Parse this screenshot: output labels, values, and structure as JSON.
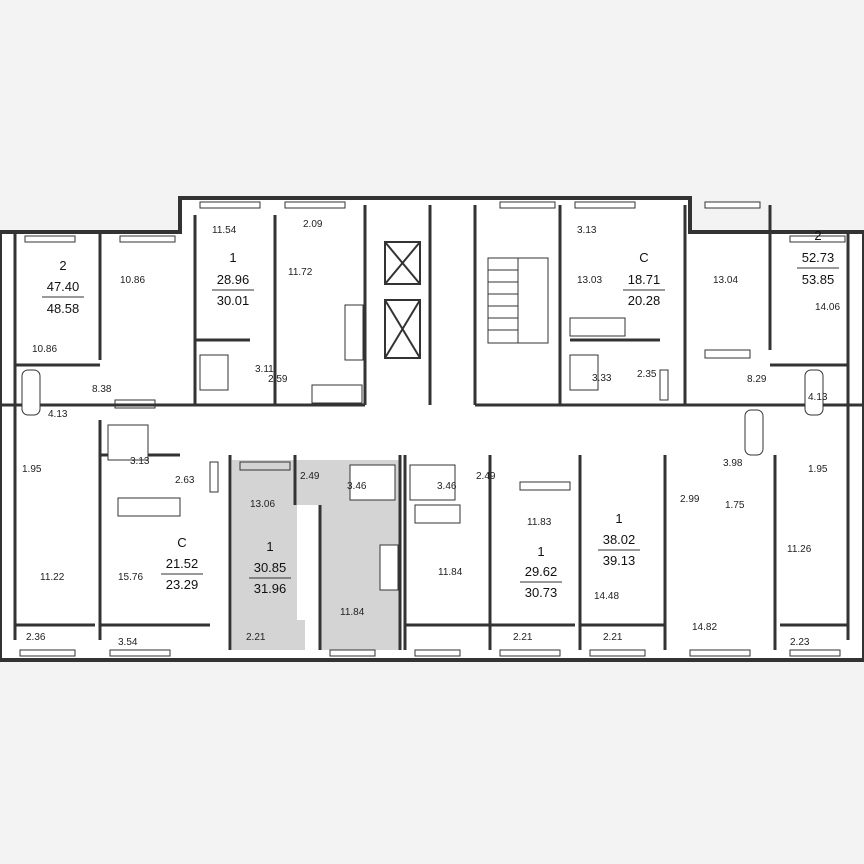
{
  "apartments": [
    {
      "id": "apt-2-left",
      "rooms": "2",
      "area_living": "47.40",
      "area_total": "48.58"
    },
    {
      "id": "apt-1-top-left",
      "rooms": "1",
      "area_living": "28.96",
      "area_total": "30.01"
    },
    {
      "id": "apt-studio-top-right",
      "rooms": "С",
      "area_living": "18.71",
      "area_total": "20.28"
    },
    {
      "id": "apt-2-right",
      "rooms": "2",
      "area_living": "52.73",
      "area_total": "53.85"
    },
    {
      "id": "apt-studio-bottom-left",
      "rooms": "С",
      "area_living": "21.52",
      "area_total": "23.29"
    },
    {
      "id": "apt-1-selected",
      "rooms": "1",
      "area_living": "30.85",
      "area_total": "31.96",
      "highlighted": true
    },
    {
      "id": "apt-1-bottom-center",
      "rooms": "1",
      "area_living": "29.62",
      "area_total": "30.73"
    },
    {
      "id": "apt-1-bottom-right",
      "rooms": "1",
      "area_living": "38.02",
      "area_total": "39.13"
    }
  ],
  "room_areas": [
    "10.86",
    "10.86",
    "8.38",
    "4.13",
    "1.95",
    "11.22",
    "2.36",
    "11.54",
    "2.09",
    "11.72",
    "3.11",
    "2.59",
    "3.13",
    "13.03",
    "3.33",
    "2.35",
    "13.04",
    "8.29",
    "14.06",
    "4.13",
    "1.95",
    "11.26",
    "2.23",
    "3.13",
    "2.63",
    "15.76",
    "3.54",
    "13.06",
    "2.49",
    "3.46",
    "11.84",
    "2.21",
    "3.46",
    "2.49",
    "11.84",
    "2.21",
    "11.83",
    "14.48",
    "2.21",
    "3.98",
    "2.99",
    "1.75",
    "14.82"
  ],
  "colors": {
    "wall": "#333333",
    "floor": "#ffffff",
    "highlight": "#d4d4d4",
    "background": "#f3f3f3"
  }
}
